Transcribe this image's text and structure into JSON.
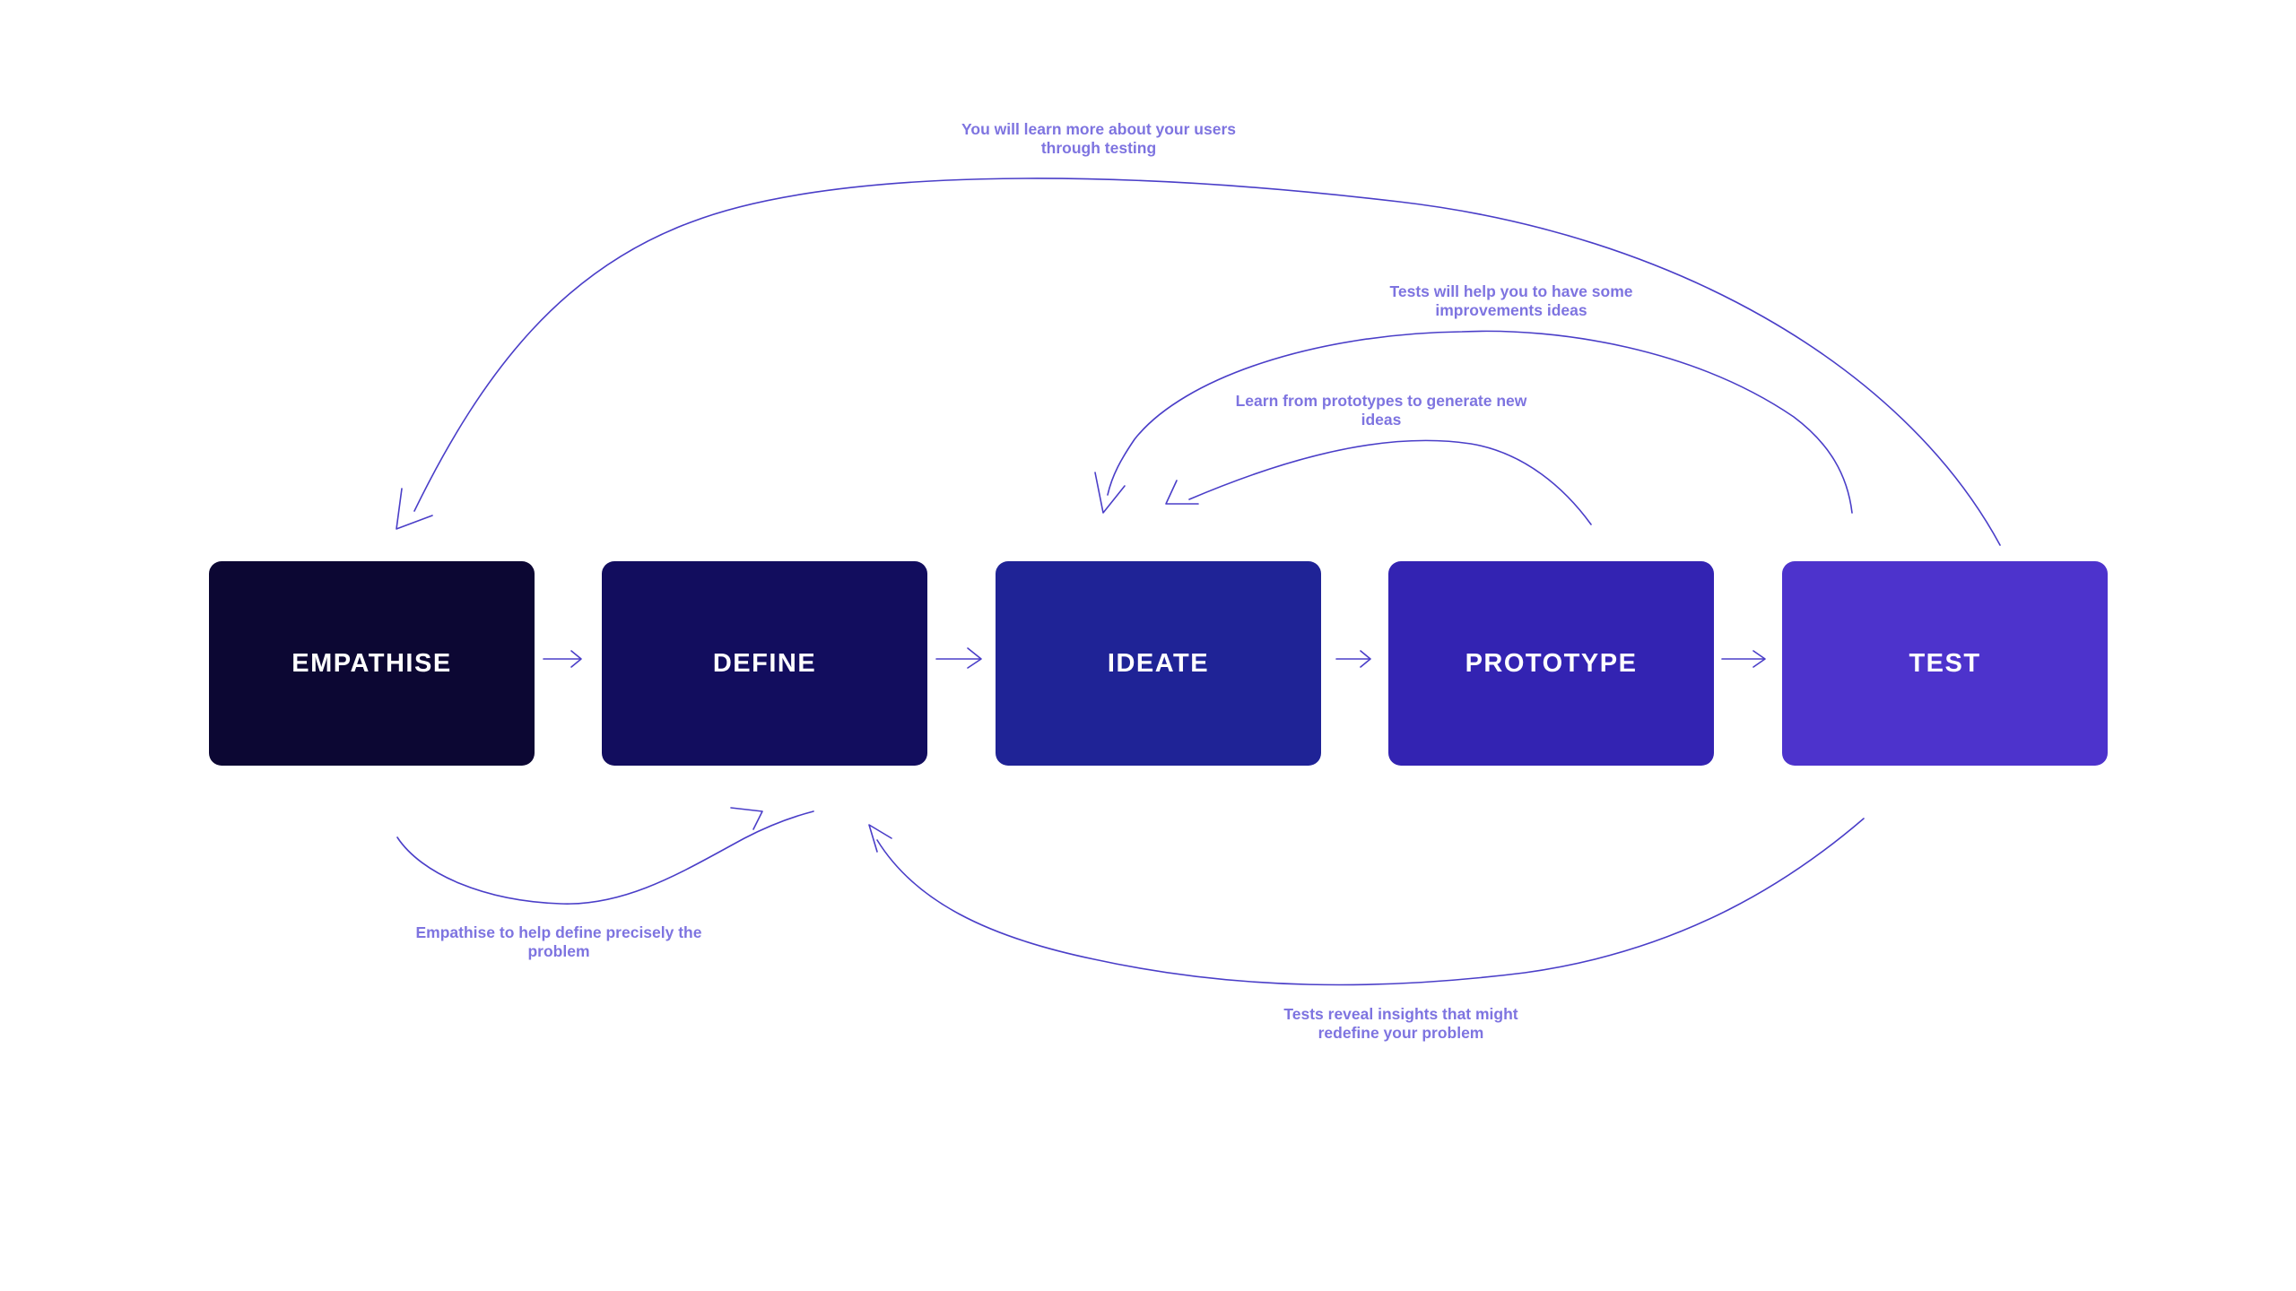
{
  "stages": [
    {
      "label": "EMPATHISE"
    },
    {
      "label": "DEFINE"
    },
    {
      "label": "IDEATE"
    },
    {
      "label": "PROTOTYPE"
    },
    {
      "label": "TEST"
    }
  ],
  "notes": {
    "test_to_empathise": "You will learn more about your users through testing",
    "test_to_ideate": "Tests will help you to have some improvements ideas",
    "prototype_to_ideate": "Learn from prototypes to generate new ideas",
    "empathise_to_define": "Empathise to help define precisely the problem",
    "test_to_define": "Tests reveal insights that might redefine your problem"
  },
  "colors": {
    "stage_empathise": "#0c0733",
    "stage_define": "#120d5e",
    "stage_ideate": "#1f2396",
    "stage_prototype": "#3323b2",
    "stage_test": "#4d33cc",
    "connector": "#4a3ec8",
    "annotation_text": "#7e74e0",
    "background": "#ffffff"
  }
}
